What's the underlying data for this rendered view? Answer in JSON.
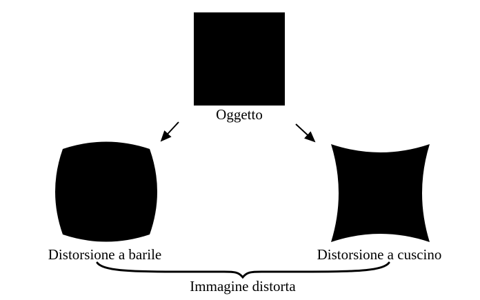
{
  "page": {
    "background_color": "#ffffff",
    "ink_color": "#000000"
  },
  "diagram": {
    "object": {
      "label": "Oggetto"
    },
    "barrel": {
      "label": "Distorsione a barile"
    },
    "pincushion": {
      "label": "Distorsione a cuscino"
    },
    "result": {
      "label": "Immagine distorta"
    },
    "icons": {
      "left_arrow": "arrow-down-left",
      "right_arrow": "arrow-down-right",
      "brace": "horizontal-curly-brace-underbrace"
    }
  }
}
